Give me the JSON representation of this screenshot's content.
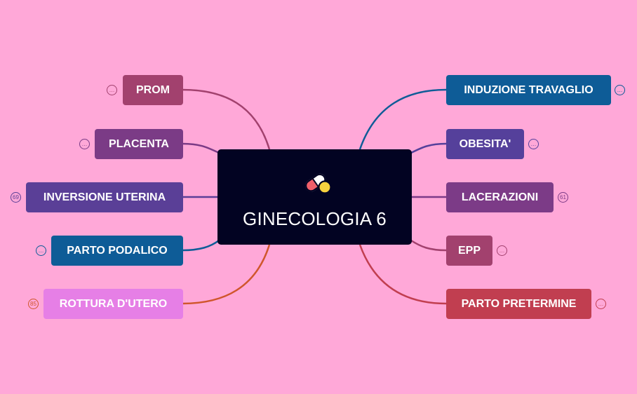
{
  "central": {
    "title": "GINECOLOGIA 6",
    "icon": "pill-icon"
  },
  "branches": {
    "prom": {
      "label": "PROM",
      "badge": "…",
      "color": "#a2416e"
    },
    "placenta": {
      "label": "PLACENTA",
      "badge": "…",
      "color": "#7b3b86"
    },
    "inversione": {
      "label": "INVERSIONE UTERINA",
      "badge": "69",
      "color": "#5a3f97"
    },
    "parto_podalico": {
      "label": "PARTO PODALICO",
      "badge": "…",
      "color": "#0e5c97"
    },
    "rottura": {
      "label": "ROTTURA D'UTERO",
      "badge": "85",
      "color": "#e67fe6",
      "line_color": "#d0562c"
    },
    "induzione": {
      "label": "INDUZIONE TRAVAGLIO",
      "badge": "…",
      "color": "#0e5c97"
    },
    "obesita": {
      "label": "OBESITA'",
      "badge": "…",
      "color": "#55409b"
    },
    "lacerazioni": {
      "label": "LACERAZIONI",
      "badge": "61",
      "color": "#7c3b87"
    },
    "epp": {
      "label": "EPP",
      "badge": "…",
      "color": "#a2416e"
    },
    "parto_pretermine": {
      "label": "PARTO PRETERMINE",
      "badge": "…",
      "color": "#c13e50"
    }
  }
}
